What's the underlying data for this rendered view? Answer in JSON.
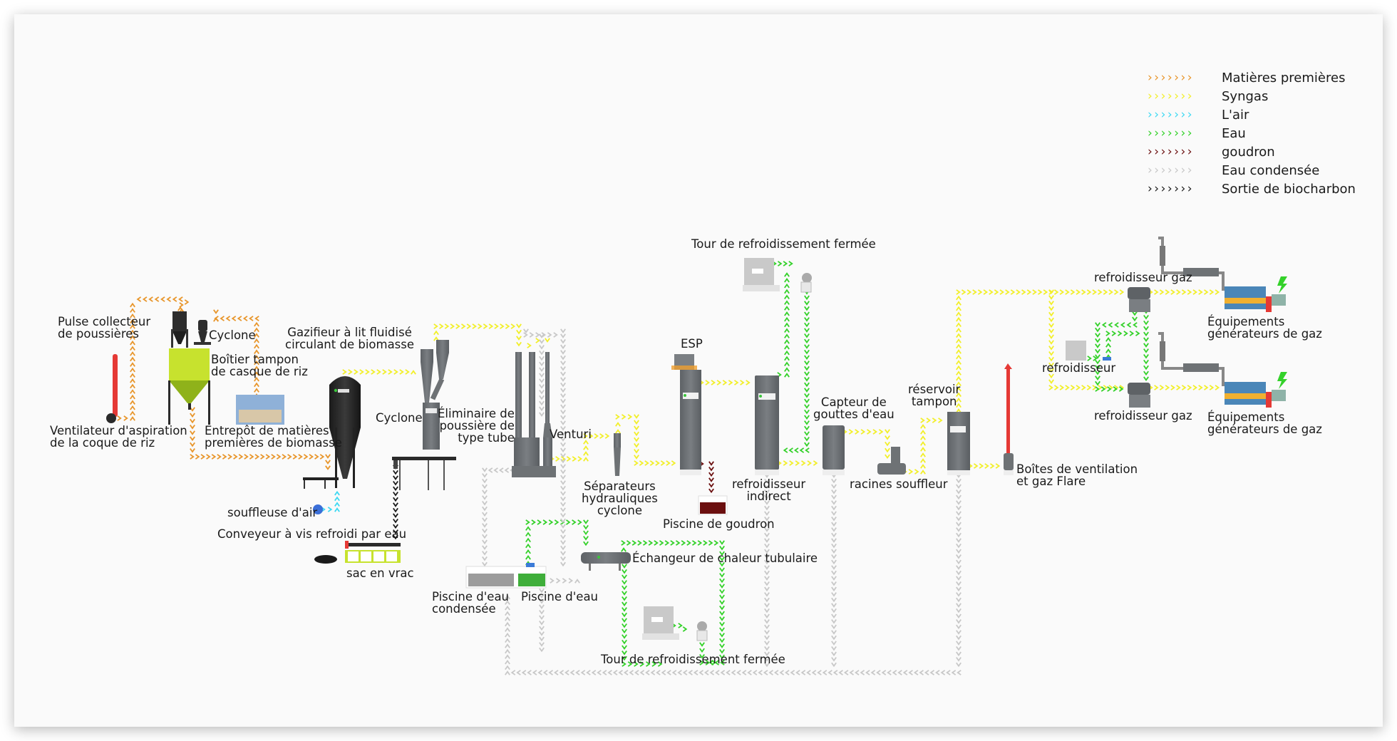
{
  "legend": [
    {
      "label": "Matières premières",
      "color": "#e8962c",
      "arrows": "›››››››"
    },
    {
      "label": "Syngas",
      "color": "#f2ef2a",
      "arrows": "›››››››"
    },
    {
      "label": "L'air",
      "color": "#3fd9f2",
      "arrows": "›››››››"
    },
    {
      "label": "Eau",
      "color": "#34d12a",
      "arrows": "›››››››"
    },
    {
      "label": "goudron",
      "color": "#6b0f0f",
      "arrows": "›››››››"
    },
    {
      "label": "Eau condensée",
      "color": "#c8c8c8",
      "arrows": "›››››››"
    },
    {
      "label": "Sortie de biocharbon",
      "color": "#1a1a1a",
      "arrows": "›››››››"
    }
  ],
  "labels": {
    "pulse_collector": "Pulse collecteur\nde poussières",
    "cyclone_top": "Cyclone",
    "buffer_box": "Boîtier tampon\nde casque de riz",
    "suction_fan": "Ventilateur d'aspiration\nde la coque de riz",
    "raw_warehouse": "Entrepôt de matières\npremières de biomasse",
    "gasifier": "Gazifieur à lit fluidisé\ncirculant de biomasse",
    "cyclone_mid": "Cyclone",
    "air_blower": "souffleuse d'air",
    "screw_conveyor": "Conveyeur à vis refroidi par eau",
    "bulk_bag": "sac en vrac",
    "tube_dust": "Éliminaire de\npoussière de\ntype tube",
    "venturi": "Venturi",
    "hydro_cyclone": "Séparateurs\nhydrauliques\ncyclone",
    "esp": "ESP",
    "tar_pool": "Piscine de goudron",
    "cooling_tower_top": "Tour de refroidissement fermée",
    "indirect_cooler": "refroidisseur\nindirect",
    "droplet_catcher": "Capteur de\ngouttes d'eau",
    "roots_blower": "racines souffleur",
    "buffer_tank": "réservoir\ntampon",
    "flare": "Boîtes de ventilation\net gaz Flare",
    "condensed_pool": "Piscine d'eau\ncondensée",
    "water_pool": "Piscine d'eau",
    "tube_exchanger": "Échangeur de chaleur tubulaire",
    "cooling_tower_bottom": "Tour de refroidissement fermée",
    "gas_cooler_1": "refroidisseur gaz",
    "gas_cooler_2": "refroidisseur gaz",
    "chiller": "refroidisseur",
    "genset_1": "Équipements\ngénérateurs de gaz",
    "genset_2": "Équipements\ngénérateurs de gaz"
  },
  "colors": {
    "raw": "#e8962c",
    "syngas": "#f2ef2a",
    "air": "#3fd9f2",
    "water": "#34d12a",
    "tar": "#6b0f0f",
    "condensed": "#c8c8c8",
    "biochar": "#1a1a1a",
    "equipment_gray": "#6e7275",
    "hopper_green": "#c7e22e",
    "flare_red": "#e53935"
  }
}
